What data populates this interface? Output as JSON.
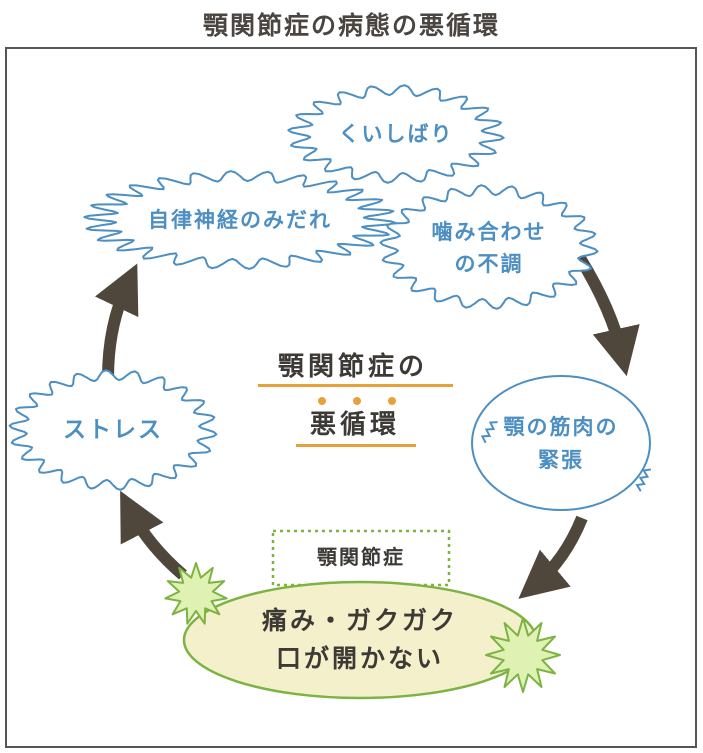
{
  "title": "顎関節症の病態の悪循環",
  "nodes": {
    "kuishibari": "くいしばり",
    "jiritsu": "自律神経のみだれ",
    "kamiawase_1": "噛み合わせ",
    "kamiawase_2": "の不調",
    "stress": "ストレス",
    "kinniku_1": "顎の筋肉の",
    "kinniku_2": "緊張",
    "label_box": "顎関節症",
    "pain_1": "痛み・ガクガク",
    "pain_2": "口が開かない"
  },
  "center": {
    "line1": "顎関節症の",
    "line2": "悪循環"
  },
  "colors": {
    "blue": "#4d8fc2",
    "arrow": "#4f463c",
    "green": "#7cb342",
    "cream": "#f5f0cc",
    "accent": "#e8a13a"
  }
}
